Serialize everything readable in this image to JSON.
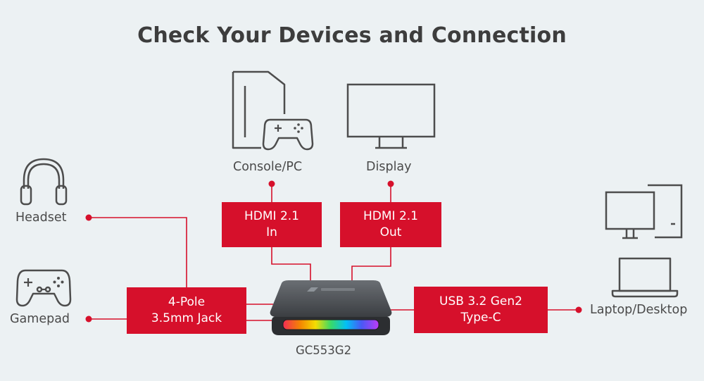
{
  "title": "Check Your Devices and Connection",
  "devices": {
    "console_pc": "Console/PC",
    "display": "Display",
    "headset": "Headset",
    "gamepad": "Gamepad",
    "laptop_desktop": "Laptop/Desktop"
  },
  "ports": {
    "hdmi_in": [
      "HDMI 2.1",
      "In"
    ],
    "hdmi_out": [
      "HDMI 2.1",
      "Out"
    ],
    "audio_jack": [
      "4-Pole",
      "3.5mm Jack"
    ],
    "usb": [
      "USB 3.2 Gen2",
      "Type-C"
    ]
  },
  "device_name": "GC553G2",
  "colors": {
    "accent": "#d6102b",
    "background": "#ecf1f3",
    "icon_stroke": "#4d4d4d"
  }
}
